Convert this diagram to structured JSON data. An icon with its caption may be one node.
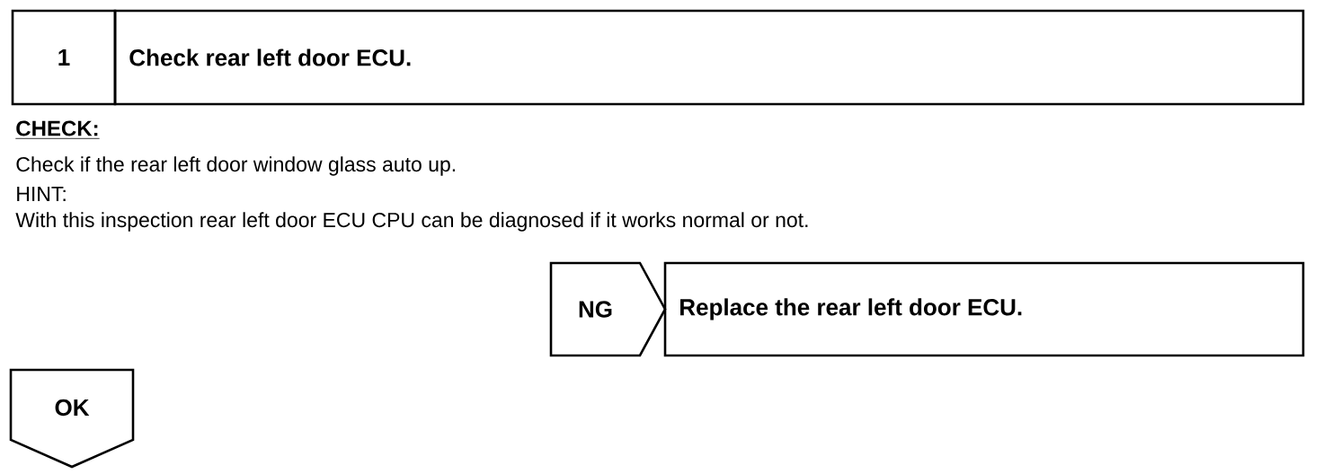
{
  "diagram": {
    "nodes": [
      {
        "text": [
          "1"
        ]
      },
      {
        "text": [
          "Check rear left door ECU."
        ]
      },
      {
        "text": [
          "NG"
        ]
      },
      {
        "text": [
          "Replace the rear left door ECU."
        ]
      },
      {
        "text": [
          "OK"
        ]
      }
    ],
    "labels": [
      "CHECK:",
      "Check if the rear left door window glass auto up.",
      "HINT:",
      "With this inspection rear left door ECU CPU can be diagnosed if it works normal or not."
    ]
  }
}
